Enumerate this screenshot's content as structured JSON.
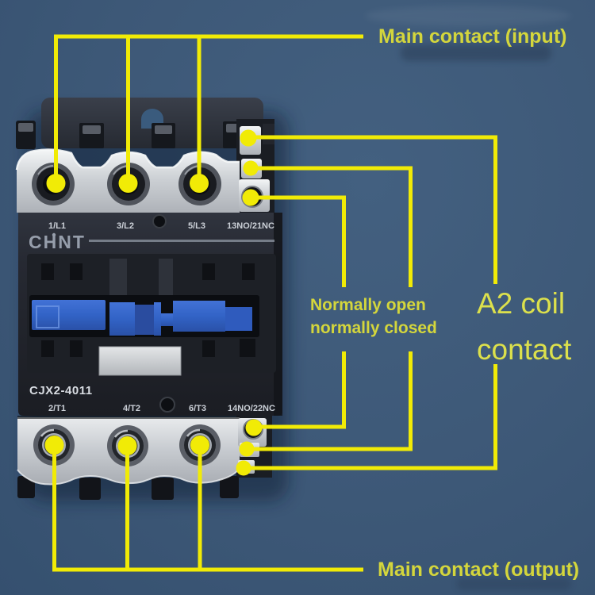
{
  "annotations": {
    "main_input": {
      "label": "Main contact (input)"
    },
    "main_output": {
      "label": "Main contact (output)"
    },
    "aux": {
      "line1": "Normally open",
      "line2": "normally closed"
    },
    "coil": {
      "line1": "A2 coil",
      "line2": "contact"
    }
  },
  "device": {
    "brand": "CHNT",
    "model": "CJX2-4011",
    "top_terminals": [
      "1/L1",
      "3/L2",
      "5/L3",
      "13NO/21NC"
    ],
    "bottom_terminals": [
      "2/T1",
      "4/T2",
      "6/T3",
      "14NO/22NC"
    ]
  },
  "colors": {
    "background": "#3D5877",
    "annotation_line": "#F1EB06",
    "annotation_dot": "#F1EB06",
    "annotation_text": "#D4D63C",
    "coil_text": "#DCE04C",
    "device_body": "#1E2127",
    "device_plate": "#2F333B",
    "terminal_silver": "#D2D6DA",
    "mechanism_blue": "#3263C6",
    "brand_text": "#969EAB",
    "device_text": "#CCD1D8"
  }
}
